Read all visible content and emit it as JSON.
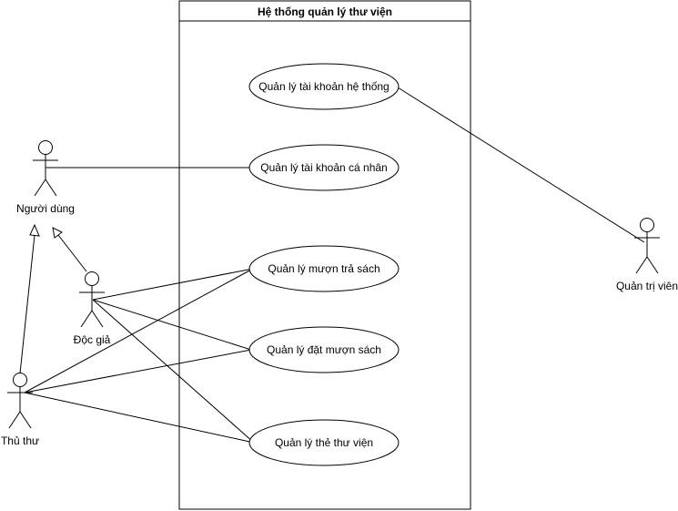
{
  "system": {
    "title": "Hệ thống quản lý thư viện"
  },
  "actors": {
    "user": "Người dùng",
    "reader": "Độc giả",
    "librarian": "Thủ thư",
    "admin": "Quản trị viên"
  },
  "use_cases": {
    "manage_system_accounts": "Quản lý tài khoản hệ thống",
    "manage_personal_account": "Quản lý tài khoản cá nhân",
    "manage_borrow_return": "Quản lý mượn trả sách",
    "manage_reservations": "Quản lý đặt mượn sách",
    "manage_library_cards": "Quản lý thẻ thư viện"
  },
  "colors": {
    "line": "#000000",
    "background": "#ffffff"
  }
}
